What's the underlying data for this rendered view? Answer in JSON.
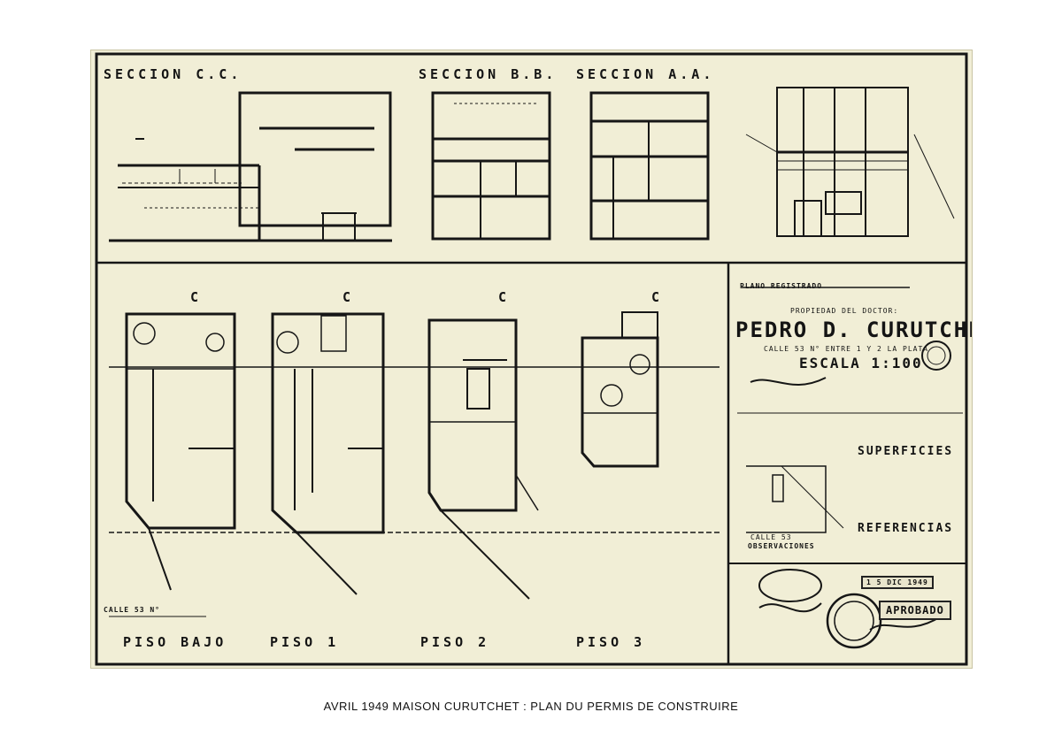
{
  "drawing": {
    "section_cc": "SECCION C.C.",
    "section_bb": "SECCION B.B.",
    "section_aa": "SECCION A.A.",
    "plans": [
      "PISO BAJO",
      "PISO 1",
      "PISO 2",
      "PISO 3"
    ],
    "street_label": "CALLE 53 N°",
    "cut_marker": "C",
    "title_block": {
      "plano": "PLANO REGISTRADO",
      "owner_line": "PROPIEDAD DEL DOCTOR:",
      "owner_name": "PEDRO D. CURUTCHET",
      "address": "CALLE 53 N°   ENTRE 1 Y 2   LA PLATA",
      "scale": "ESCALA 1:100",
      "superficies": "SUPERFICIES",
      "references": "REFERENCIAS",
      "observaciones": "OBSERVACIONES",
      "street_small": "CALLE 53",
      "approved": "APROBADO",
      "approved_date": "1 5 DIC 1949"
    }
  },
  "caption": "AVRIL 1949 MAISON CURUTCHET : PLAN DU PERMIS DE CONSTRUIRE",
  "colors": {
    "paper": "#f1eed6",
    "ink": "#141414"
  }
}
